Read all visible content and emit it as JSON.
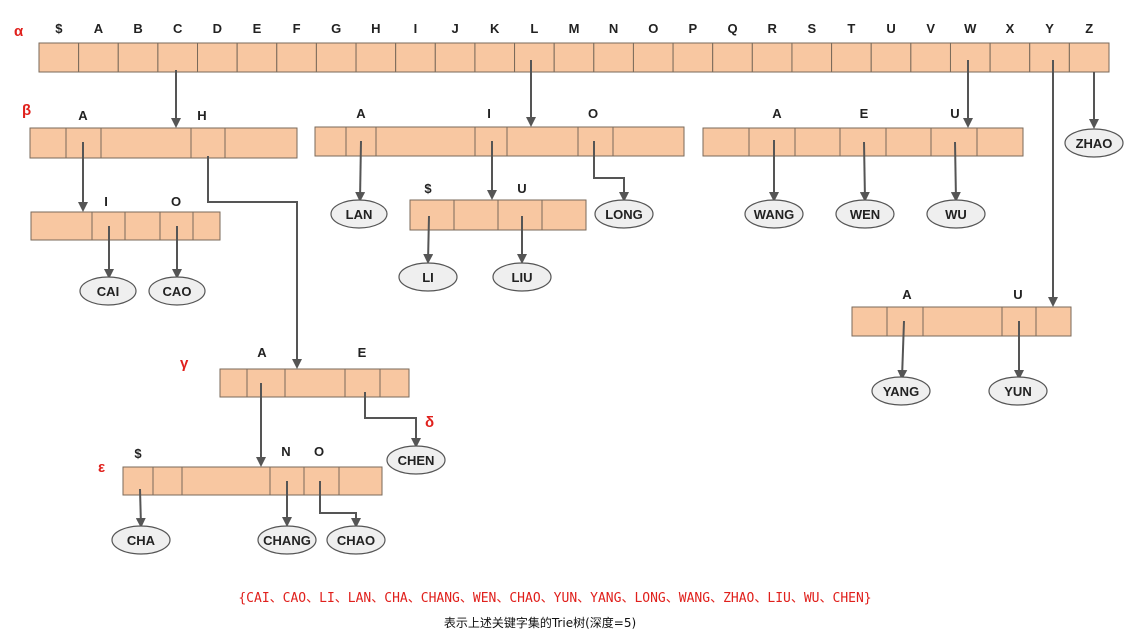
{
  "root_keys": [
    "$",
    "A",
    "B",
    "C",
    "D",
    "E",
    "F",
    "G",
    "H",
    "I",
    "J",
    "K",
    "L",
    "M",
    "N",
    "O",
    "P",
    "Q",
    "R",
    "S",
    "T",
    "U",
    "V",
    "W",
    "X",
    "Y",
    "Z"
  ],
  "node_labels": {
    "alpha": "α",
    "beta": "β",
    "gamma": "γ",
    "delta": "δ",
    "epsilon": "ε"
  },
  "child_keys": {
    "beta": [
      "A",
      "H"
    ],
    "ba": [
      "I",
      "O"
    ],
    "l": [
      "A",
      "I",
      "O"
    ],
    "li": [
      "$",
      "U"
    ],
    "w": [
      "A",
      "E",
      "U"
    ],
    "y": [
      "A",
      "U"
    ],
    "gamma": [
      "A",
      "E"
    ],
    "epsilon": [
      "$",
      "N",
      "O"
    ]
  },
  "leaves": [
    "ZHAO",
    "CAI",
    "CAO",
    "LAN",
    "LONG",
    "LI",
    "LIU",
    "WANG",
    "WEN",
    "WU",
    "YANG",
    "YUN",
    "CHEN",
    "CHA",
    "CHANG",
    "CHAO"
  ],
  "keyword_set": "{CAI、CAO、LI、LAN、CHA、CHANG、WEN、CHAO、YUN、YANG、LONG、WANG、ZHAO、LIU、WU、CHEN}",
  "caption": "表示上述关键字集的Trie树(深度=5)",
  "colors": {
    "cell_fill": "#f8c7a1",
    "accent_red": "#e0201c",
    "leaf_fill": "#efefef"
  }
}
